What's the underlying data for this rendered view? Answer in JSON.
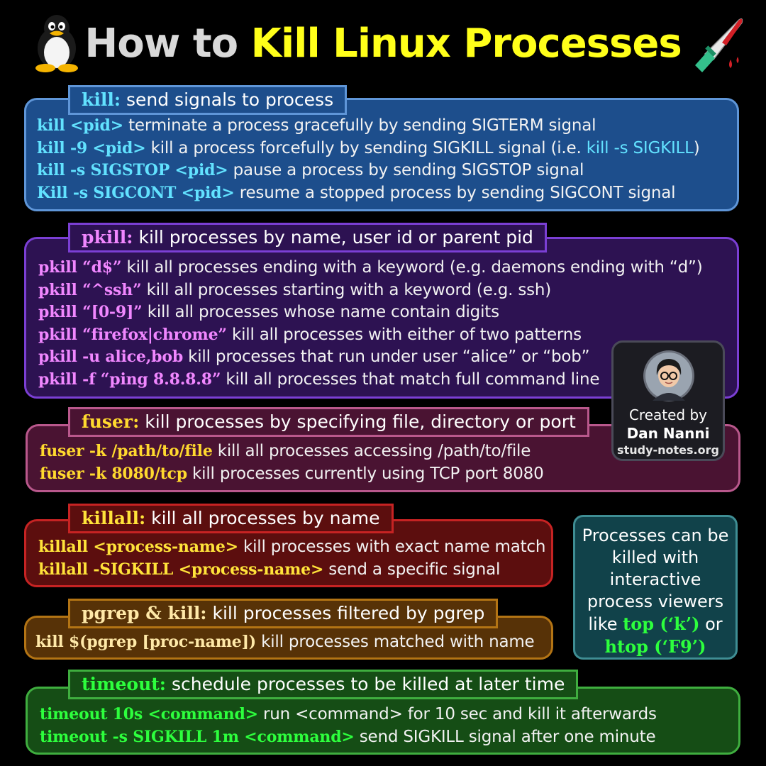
{
  "title": {
    "part1": "How to ",
    "part2": "Kill Linux Processes"
  },
  "icons": {
    "left": "penguin-icon",
    "right": "knife-icon"
  },
  "sections": {
    "kill": {
      "label_cmd": "kill:",
      "label_desc": " send signals to process",
      "rows": [
        {
          "cmd": "kill <pid>",
          "desc": " terminate a process gracefully by sending SIGTERM signal"
        },
        {
          "cmd": "kill -9 <pid>",
          "desc": " kill a process forcefully by sending SIGKILL signal (i.e. ",
          "extra": "kill -s SIGKILL",
          "tail": ")"
        },
        {
          "cmd": "kill -s SIGSTOP <pid>",
          "desc": " pause a process by sending SIGSTOP signal"
        },
        {
          "cmd": "Kill -s SIGCONT <pid>",
          "desc": " resume a stopped process by sending SIGCONT signal"
        }
      ]
    },
    "pkill": {
      "label_cmd": "pkill:",
      "label_desc": " kill processes by name, user id or parent pid",
      "rows": [
        {
          "cmd": "pkill “d$”",
          "desc": "  kill all processes ending with a keyword (e.g. daemons ending with “d”)"
        },
        {
          "cmd": "pkill “^ssh”",
          "desc": " kill all processes starting with a keyword (e.g. ssh)"
        },
        {
          "cmd": "pkill “[0-9]”",
          "desc": "  kill all processes whose name contain digits"
        },
        {
          "cmd": "pkill “firefox|chrome”",
          "desc": "  kill all processes with either of two patterns"
        },
        {
          "cmd": "pkill -u alice,bob",
          "desc": "  kill processes that run under user “alice” or “bob”"
        },
        {
          "cmd": "pkill -f “ping 8.8.8.8”",
          "desc": "  kill all processes that match full command line"
        }
      ]
    },
    "fuser": {
      "label_cmd": "fuser:",
      "label_desc": " kill processes by specifying file, directory or port",
      "rows": [
        {
          "cmd": "fuser -k /path/to/file",
          "desc": "  kill all processes accessing /path/to/file"
        },
        {
          "cmd": "fuser -k 8080/tcp",
          "desc": "  kill processes currently using TCP port 8080"
        }
      ]
    },
    "killall": {
      "label_cmd": "killall:",
      "label_desc": " kill all processes by name",
      "rows": [
        {
          "cmd": "killall <process-name>",
          "desc": " kill processes with exact name match"
        },
        {
          "cmd": "killall -SIGKILL <process-name>",
          "desc": " send a specific signal"
        }
      ]
    },
    "pgrep": {
      "label_cmd": "pgrep & kill:",
      "label_desc": " kill processes filtered by pgrep",
      "rows": [
        {
          "cmd": "kill $(pgrep [proc-name])",
          "desc": "  kill processes matched with name"
        }
      ]
    },
    "timeout": {
      "label_cmd": "timeout:",
      "label_desc": " schedule processes to be killed at later time",
      "rows": [
        {
          "cmd": "timeout 10s <command>",
          "desc": "  run <command> for 10 sec and kill it afterwards"
        },
        {
          "cmd": "timeout -s SIGKILL 1m <command>",
          "desc": "  send SIGKILL signal after one minute"
        }
      ]
    }
  },
  "tip": {
    "line1": "Processes can be",
    "line2": "killed with",
    "line3": "interactive",
    "line4": "process viewers",
    "line5_pre": "like ",
    "line5_hl": "top (‘k’)",
    "line5_post": " or",
    "line6_hl": "htop (‘F9’)"
  },
  "author": {
    "line1": "Created by",
    "name": "Dan Nanni",
    "site": "study-notes.org",
    "avatar_icon": "avatar-icon"
  },
  "colors": {
    "title_gray": "#d9d9d9",
    "title_yellow": "#ffff1a",
    "kill_bg": "#1d4e8c",
    "pkill_bg": "#2d1252",
    "fuser_bg": "#4a1332",
    "killall_bg": "#5c0e0e",
    "pgrep_bg": "#573207",
    "timeout_bg": "#154d15",
    "tip_bg": "#11424a"
  }
}
